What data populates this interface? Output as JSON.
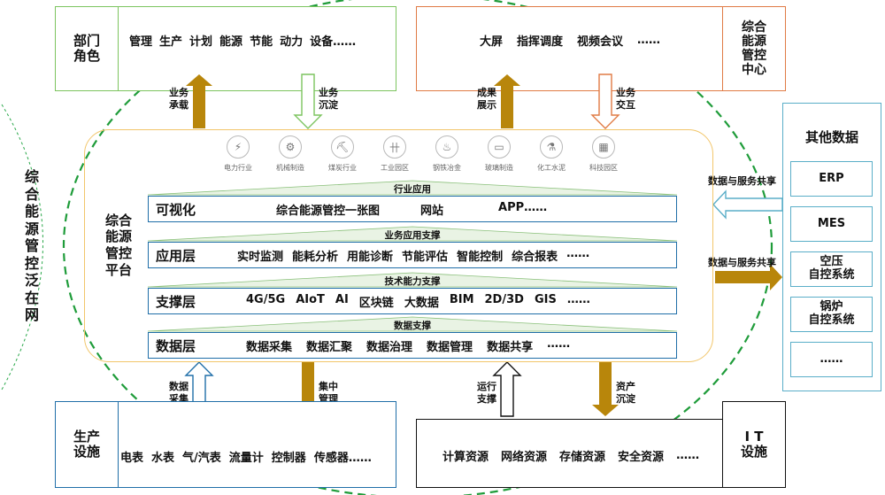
{
  "colors": {
    "dept_border": "#7cc45f",
    "center_border": "#e07b45",
    "platform_border": "#f2c66b",
    "layer_border": "#1f6ea8",
    "side_border": "#5aaec8",
    "arrow_gold": "#b8860b",
    "dashed_green": "#1f9c3a",
    "prod_border": "#1f6ea8",
    "it_border": "#111111"
  },
  "top_left": {
    "title_chars": [
      "部门",
      "角色"
    ],
    "items": [
      "管理",
      "生产",
      "计划",
      "能源",
      "节能",
      "动力",
      "设备……"
    ]
  },
  "top_right": {
    "items": [
      "大屏",
      "指挥调度",
      "视频会议",
      "……"
    ],
    "title_chars": [
      "综合",
      "能源",
      "管控",
      "中心"
    ]
  },
  "left_vertical": {
    "chars": [
      "综",
      "合",
      "能",
      "源",
      "管",
      "控",
      "泛",
      "在",
      "网"
    ]
  },
  "platform": {
    "title_chars": [
      "综合",
      "能源",
      "管控",
      "平台"
    ],
    "industries": [
      {
        "icon": "power-industry-icon",
        "glyph": "⚡",
        "label": "电力行业"
      },
      {
        "icon": "machinery-icon",
        "glyph": "⚙",
        "label": "机械制造"
      },
      {
        "icon": "coal-industry-icon",
        "glyph": "⛏",
        "label": "煤炭行业"
      },
      {
        "icon": "industrial-park-icon",
        "glyph": "卄",
        "label": "工业园区"
      },
      {
        "icon": "steel-metallurgy-icon",
        "glyph": "♨",
        "label": "钢铁冶金"
      },
      {
        "icon": "glass-manufacturing-icon",
        "glyph": "▭",
        "label": "玻璃制造"
      },
      {
        "icon": "chemical-cement-icon",
        "glyph": "⚗",
        "label": "化工水泥"
      },
      {
        "icon": "science-park-icon",
        "glyph": "▦",
        "label": "科技园区"
      }
    ],
    "layers": [
      {
        "wedge": "行业应用",
        "title": "可视化",
        "items": [
          "综合能源管控一张图",
          "网站",
          "APP……"
        ]
      },
      {
        "wedge": "业务应用支撑",
        "title": "应用层",
        "items": [
          "实时监测",
          "能耗分析",
          "用能诊断",
          "节能评估",
          "智能控制",
          "综合报表",
          "……"
        ]
      },
      {
        "wedge": "技术能力支撑",
        "title": "支撑层",
        "items": [
          "4G/5G",
          "AIoT",
          "AI",
          "区块链",
          "大数据",
          "BIM",
          "2D/3D",
          "GIS",
          "……"
        ]
      },
      {
        "wedge": "数据支撑",
        "title": "数据层",
        "items": [
          "数据采集",
          "数据汇聚",
          "数据治理",
          "数据管理",
          "数据共享",
          "……"
        ]
      }
    ]
  },
  "arrows": {
    "business_carry": "业务\n承载",
    "business_sediment": "业务\n沉淀",
    "result_display": "成果\n展示",
    "business_interact": "业务\n交互",
    "data_service_share_in": "数据与服务共享",
    "data_service_share_out": "数据与服务共享",
    "data_collect": "数据\n采集",
    "central_manage": "集中\n管理",
    "operation_support": "运行\n支撑",
    "asset_sediment": "资产\n沉淀"
  },
  "right_panel": {
    "title": "其他数据",
    "items": [
      "ERP",
      "MES",
      "空压\n自控系统",
      "锅炉\n自控系统",
      "……"
    ]
  },
  "bottom_left": {
    "title_chars": [
      "生产",
      "设施"
    ],
    "items": [
      "电表",
      "水表",
      "气/汽表",
      "流量计",
      "控制器",
      "传感器……"
    ]
  },
  "bottom_right": {
    "items": [
      "计算资源",
      "网络资源",
      "存储资源",
      "安全资源",
      "……"
    ],
    "title_chars": [
      "I T",
      "设施"
    ]
  }
}
